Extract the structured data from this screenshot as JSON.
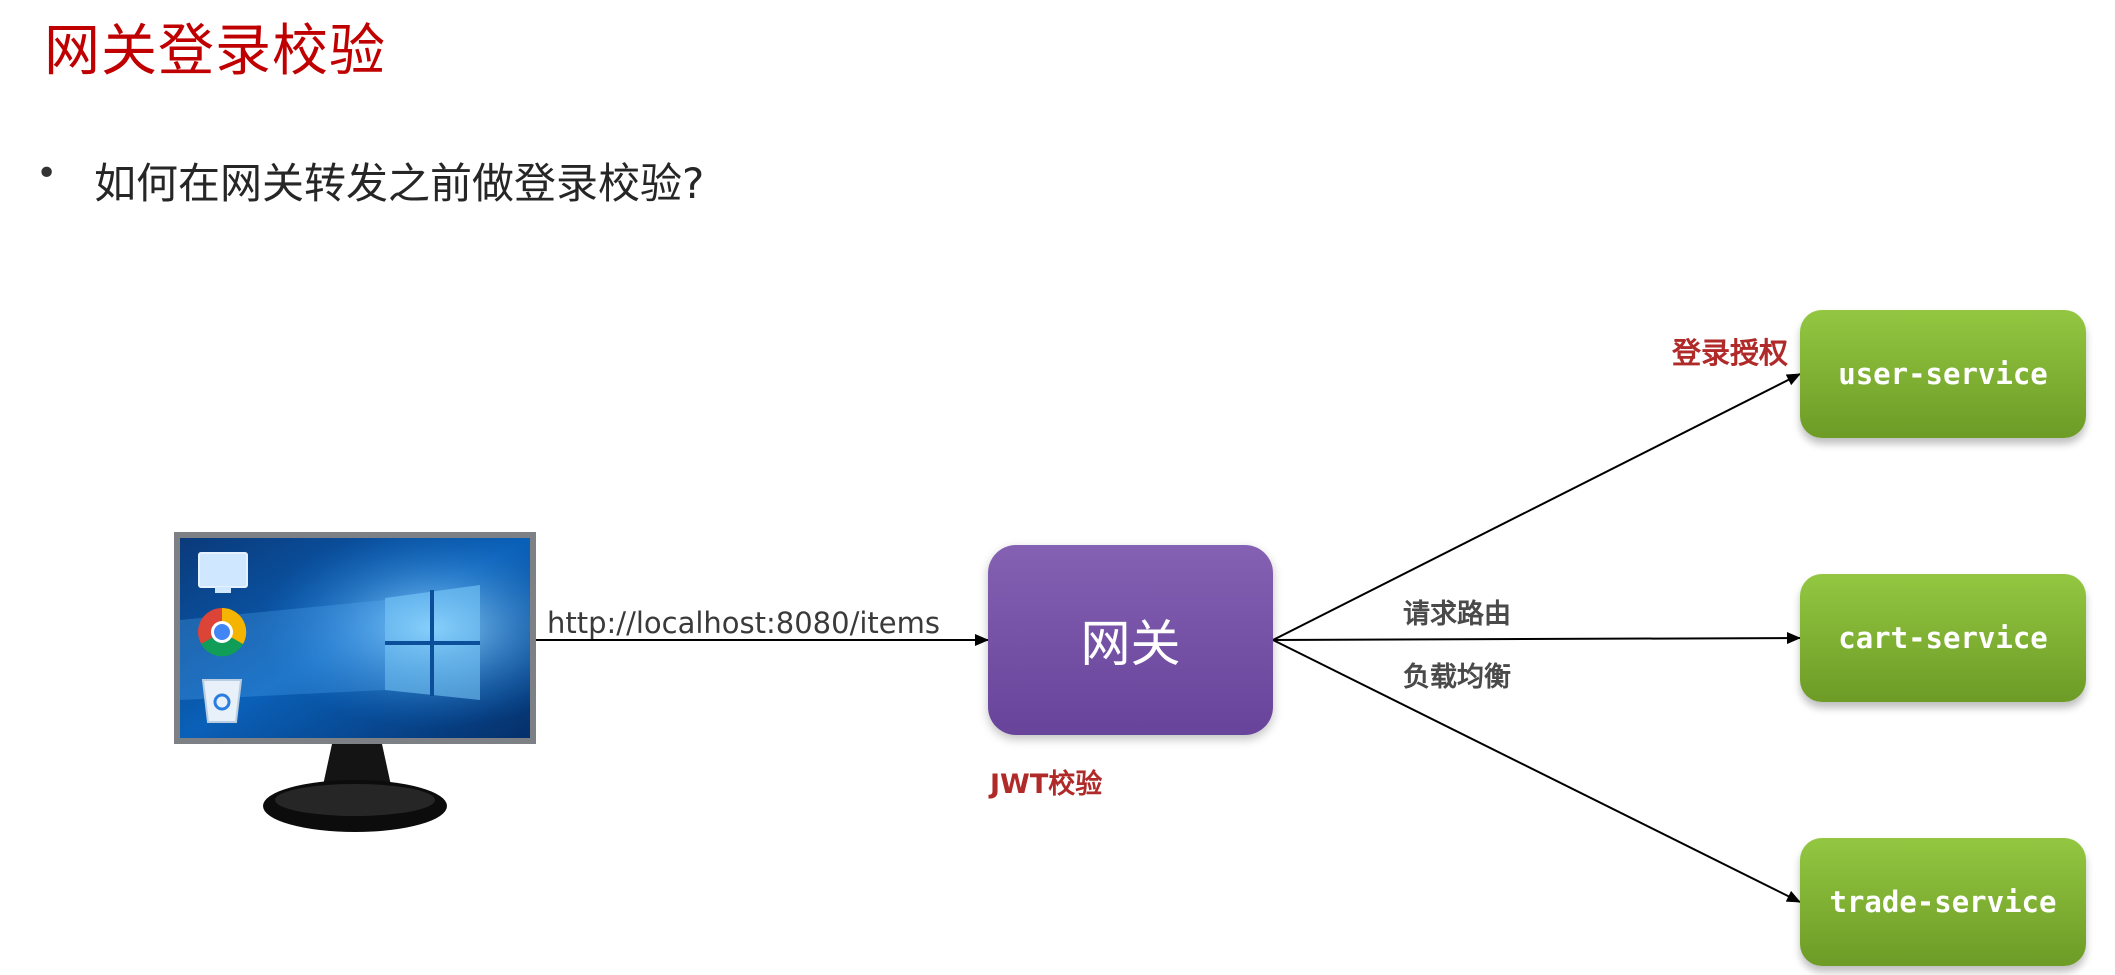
{
  "slide": {
    "title": "网关登录校验",
    "bullet": "如何在网关转发之前做登录校验?"
  },
  "diagram": {
    "client_icon": "desktop-monitor-icon",
    "request_url": "http://localhost:8080/items",
    "gateway_label": "网关",
    "gateway_note": "JWT校验",
    "route_label": "请求路由",
    "lb_label": "负载均衡",
    "auth_label": "登录授权",
    "services": [
      {
        "name": "user-service"
      },
      {
        "name": "cart-service"
      },
      {
        "name": "trade-service"
      }
    ]
  },
  "colors": {
    "title": "#c00000",
    "gateway": "#7a55ab",
    "service": "#7fb235",
    "note": "#b02a2a"
  }
}
